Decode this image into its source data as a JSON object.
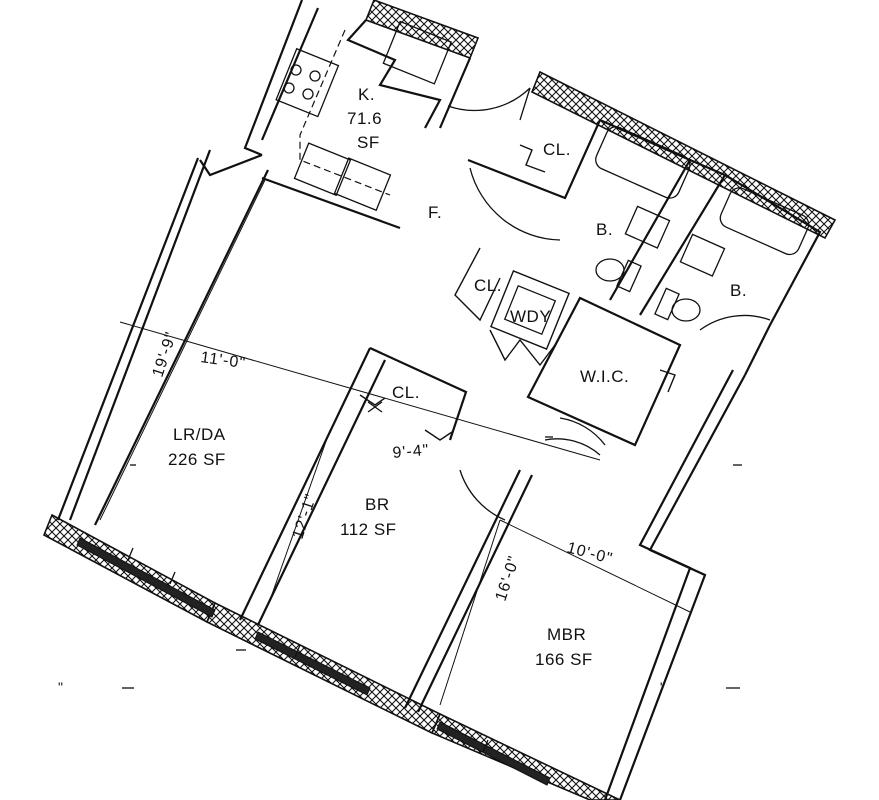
{
  "rooms": {
    "kitchen": {
      "name": "K.",
      "area_value": "71.6",
      "area_unit": "SF"
    },
    "foyer": {
      "name": "F."
    },
    "living_dining": {
      "name": "LR/DA",
      "area": "226 SF"
    },
    "bedroom": {
      "name": "BR",
      "area": "112 SF"
    },
    "master_bedroom": {
      "name": "MBR",
      "area": "166 SF"
    },
    "bath_1": {
      "name": "B."
    },
    "bath_2": {
      "name": "B."
    },
    "walk_in_closet": {
      "name": "W.I.C."
    },
    "closet_1": {
      "name": "CL."
    },
    "closet_2": {
      "name": "CL."
    },
    "closet_3": {
      "name": "CL."
    },
    "washer_dryer": {
      "name": "WDY"
    }
  },
  "dimensions": {
    "lr_length": "19'-9\"",
    "lr_width": "11'-0\"",
    "br_width": "9'-4\"",
    "br_length": "12'-1\"",
    "mbr_width": "10'-0\"",
    "mbr_length": "16'-0\""
  },
  "marks": {
    "quote": "\"",
    "dash": "-"
  }
}
